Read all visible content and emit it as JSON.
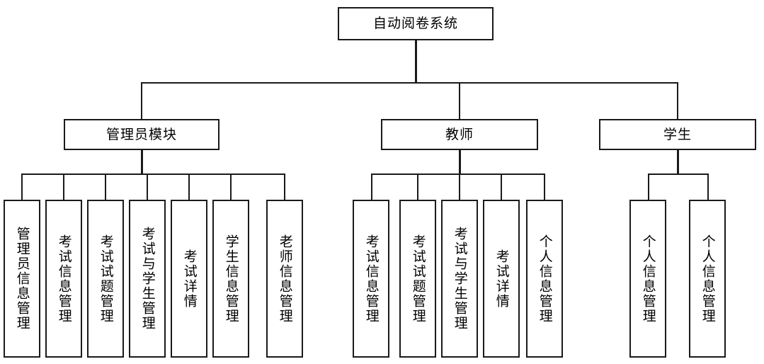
{
  "diagram": {
    "type": "organization-tree",
    "title": "自动阅卷系统",
    "root": {
      "label": "自动阅卷系统"
    },
    "branches": [
      {
        "id": "admin",
        "label": "管理员模块",
        "leaves": [
          {
            "label": "管理员信息管理"
          },
          {
            "label": "考试信息管理"
          },
          {
            "label": "考试试题管理"
          },
          {
            "label": "考试与学生管理"
          },
          {
            "label": "考试详情"
          },
          {
            "label": "学生信息管理"
          },
          {
            "label": "老师信息管理"
          }
        ]
      },
      {
        "id": "teacher",
        "label": "教师",
        "leaves": [
          {
            "label": "考试信息管理"
          },
          {
            "label": "考试试题管理"
          },
          {
            "label": "考试与学生管理"
          },
          {
            "label": "考试详情"
          },
          {
            "label": "个人信息管理"
          }
        ]
      },
      {
        "id": "student",
        "label": "学生",
        "leaves": [
          {
            "label": "个人信息管理"
          },
          {
            "label": "个人信息管理"
          }
        ]
      }
    ],
    "colors": {
      "stroke": "#1a1a1a",
      "fill": "#ffffff",
      "text": "#000000"
    }
  }
}
